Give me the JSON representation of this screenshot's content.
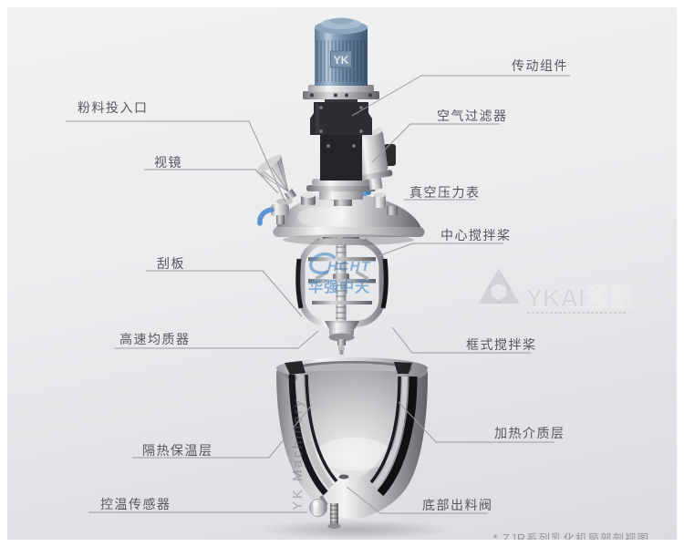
{
  "figure": {
    "footnote": "* ZJR系列乳化机局部剖视图"
  },
  "callouts": [
    {
      "id": "powder-inlet",
      "text": "粉料投入口",
      "side": "left"
    },
    {
      "id": "sight-glass",
      "text": "视镜",
      "side": "left"
    },
    {
      "id": "scraper",
      "text": "刮板",
      "side": "left"
    },
    {
      "id": "homogenizer",
      "text": "高速均质器",
      "side": "left"
    },
    {
      "id": "insulation",
      "text": "隔热保温层",
      "side": "left"
    },
    {
      "id": "temp-sensor",
      "text": "控温传感器",
      "side": "left"
    },
    {
      "id": "drive-assembly",
      "text": "传动组件",
      "side": "right"
    },
    {
      "id": "air-filter",
      "text": "空气过滤器",
      "side": "right"
    },
    {
      "id": "vacuum-gauge",
      "text": "真空压力表",
      "side": "right"
    },
    {
      "id": "center-paddle",
      "text": "中心搅拌桨",
      "side": "right"
    },
    {
      "id": "frame-paddle",
      "text": "框式搅拌桨",
      "side": "right"
    },
    {
      "id": "heating-layer",
      "text": "加热介质层",
      "side": "right"
    },
    {
      "id": "bottom-valve",
      "text": "底部出料阀",
      "side": "right"
    }
  ],
  "watermarks": {
    "motor_badge": "YK",
    "center_brand": "HCHT",
    "center_brand_cn": "华强中天",
    "right_brand": "YKAI意凯",
    "vessel_text": "YK Machinery"
  },
  "colors": {
    "valve_handle_blue": "#639ad4",
    "motor_blue": "#5e7b99",
    "brand_blue": "#4788c9",
    "leader_line": "#9b9da0",
    "label_text": "#57585c"
  }
}
